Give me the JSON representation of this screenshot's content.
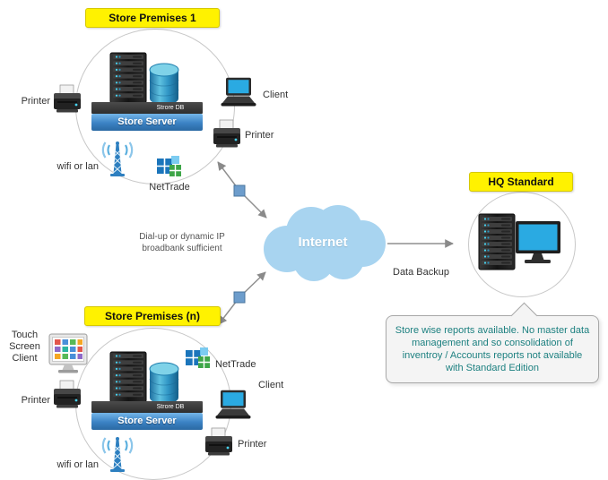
{
  "store1": {
    "title": "Store Premises 1",
    "db_label": "Strore DB",
    "server_label": "Store Server",
    "printer_left_label": "Printer",
    "client_label": "Client",
    "printer_bottom_label": "Printer",
    "wifi_label": "wifi or lan",
    "nettrade_label": "NetTrade"
  },
  "store_n": {
    "title": "Store Premises (n)",
    "db_label": "Strore DB",
    "server_label": "Store Server",
    "touch_client_label": "Touch Screen Client",
    "printer_left_label": "Printer",
    "client_label": "Client",
    "printer_bottom_label": "Printer",
    "wifi_label": "wifi or lan",
    "nettrade_label": "NetTrade"
  },
  "internet": {
    "label": "Internet"
  },
  "connections": {
    "dialup_note_line1": "Dial-up or dynamic IP",
    "dialup_note_line2": "broadbank sufficient",
    "data_backup_label": "Data Backup"
  },
  "hq": {
    "title": "HQ Standard",
    "callout_text": "Store wise reports available. No master data management and so consolidation of inventroy / Accounts reports not available with Standard Edition"
  },
  "colors": {
    "title_bg": "#FFF200",
    "cloud": "#A8D4F0",
    "server_bar": "#3B82C4",
    "callout_text": "#1D8080",
    "connector": "#8A8A8A",
    "connector_node": "#6D9DCC"
  }
}
